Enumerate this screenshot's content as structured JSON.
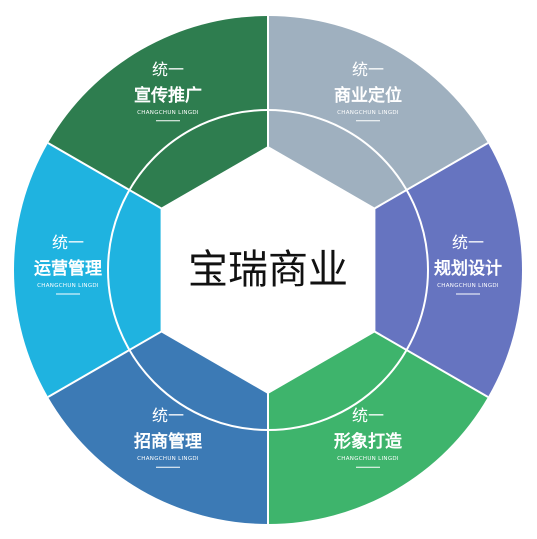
{
  "center": {
    "title": "宝瑞商业"
  },
  "segments": [
    {
      "top": "统一",
      "title": "宣传推广",
      "subtitle": "CHANGCHUN LINGDI",
      "color": "#2e7d4f"
    },
    {
      "top": "统一",
      "title": "商业定位",
      "subtitle": "CHANGCHUN LINGDI",
      "color": "#9fb0bf"
    },
    {
      "top": "统一",
      "title": "规划设计",
      "subtitle": "CHANGCHUN LINGDI",
      "color": "#6674c0"
    },
    {
      "top": "统一",
      "title": "形象打造",
      "subtitle": "CHANGCHUN LINGDI",
      "color": "#3eb46c"
    },
    {
      "top": "统一",
      "title": "招商管理",
      "subtitle": "CHANGCHUN LINGDI",
      "color": "#3c7ab5"
    },
    {
      "top": "统一",
      "title": "运营管理",
      "subtitle": "CHANGCHUN LINGDI",
      "color": "#1fb3e0"
    }
  ]
}
